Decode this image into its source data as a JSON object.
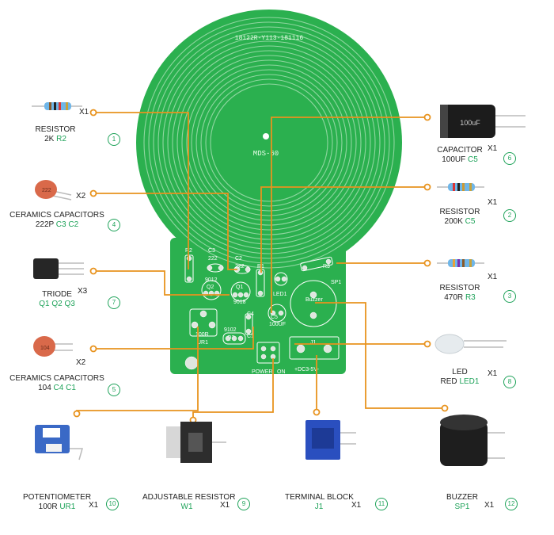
{
  "pcb": {
    "board_code": "18122R-Y113-181116",
    "model": "MDS-60",
    "silk": {
      "r2": "R2",
      "c3": "C3",
      "c3v": "222",
      "c2": "C2",
      "c2v": "222",
      "q2": "Q2",
      "q2t": "9012",
      "q1": "Q1",
      "q1t": "9018",
      "r1": "R1",
      "led1": "LED1",
      "r3": "R3",
      "c5": "C5",
      "c5v": "100UF",
      "sp1": "SP1",
      "buzzer": "Buzzer",
      "ur1": "UR1",
      "ur1v": "100R",
      "q3": "Q3",
      "q3t": "9102",
      "c4": "C4",
      "c1": "C1",
      "power": "POWER",
      "on": "ON",
      "j1": "J1",
      "dc": "+DC3-5V-"
    }
  },
  "colors": {
    "pcb": "#2bb04f",
    "coil": "#8fd6a0",
    "wire": "#e8931e",
    "accent": "#1fa35a"
  },
  "components": [
    {
      "name": "RESISTOR",
      "value": "2K",
      "ref": "R2",
      "qty": "X1",
      "num": "1"
    },
    {
      "name": "CERAMICS CAPACITORS",
      "value": "222P",
      "ref": "C3  C2",
      "qty": "X2",
      "num": "4"
    },
    {
      "name": "TRIODE",
      "value": "",
      "ref": "Q1  Q2  Q3",
      "qty": "X3",
      "num": "7"
    },
    {
      "name": "CERAMICS CAPACITORS",
      "value": "104",
      "ref": "C4  C1",
      "qty": "X2",
      "num": "5"
    },
    {
      "name": "POTENTIOMETER",
      "value": "100R",
      "ref": "UR1",
      "qty": "X1",
      "num": "10"
    },
    {
      "name": "ADJUSTABLE RESISTOR",
      "value": "",
      "ref": "W1",
      "qty": "X1",
      "num": "9"
    },
    {
      "name": "TERMINAL BLOCK",
      "value": "",
      "ref": "J1",
      "qty": "X1",
      "num": "11"
    },
    {
      "name": "BUZZER",
      "value": "",
      "ref": "SP1",
      "qty": "X1",
      "num": "12"
    },
    {
      "name": "CAPACITOR",
      "value": "100UF",
      "ref": "C5",
      "qty": "X1",
      "num": "6"
    },
    {
      "name": "RESISTOR",
      "value": "200K",
      "ref": "C5",
      "qty": "X1",
      "num": "2"
    },
    {
      "name": "RESISTOR",
      "value": "470R",
      "ref": "R3",
      "qty": "X1",
      "num": "3"
    },
    {
      "name": "LED",
      "value": "RED",
      "ref": "LED1",
      "qty": "X1",
      "num": "8"
    }
  ],
  "part_text": {
    "cap_104": "104",
    "cap_222": "222",
    "elec_cap": "100uF"
  }
}
